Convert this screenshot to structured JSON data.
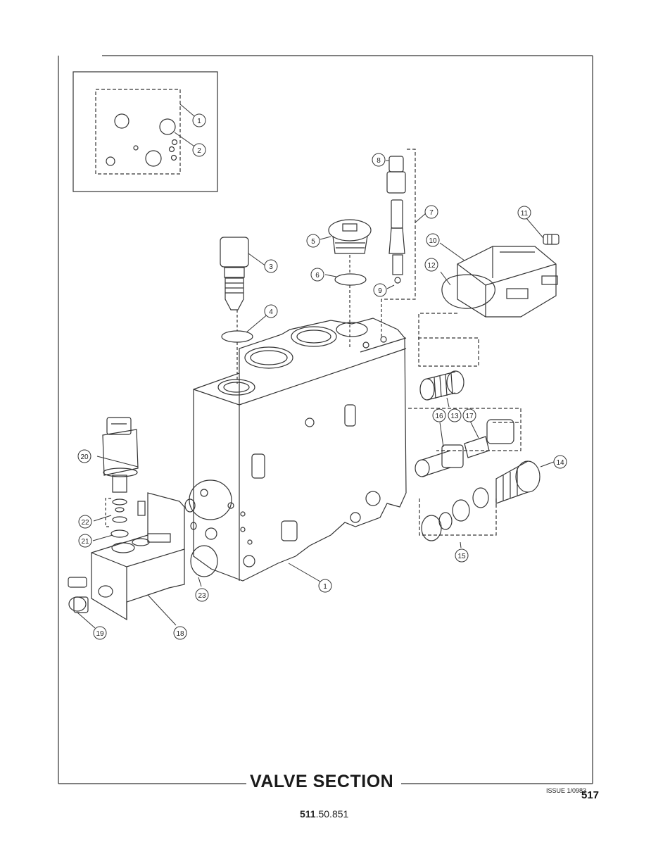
{
  "diagram": {
    "title": "VALVE SECTION",
    "issue": "ISSUE 1/0983",
    "page_number": "517",
    "doc_code_bold": "511",
    "doc_code_rest": ".50.851",
    "callouts": [
      {
        "id": "c1a",
        "label": "1"
      },
      {
        "id": "c2",
        "label": "2"
      },
      {
        "id": "c3",
        "label": "3"
      },
      {
        "id": "c4",
        "label": "4"
      },
      {
        "id": "c5",
        "label": "5"
      },
      {
        "id": "c6",
        "label": "6"
      },
      {
        "id": "c7",
        "label": "7"
      },
      {
        "id": "c8",
        "label": "8"
      },
      {
        "id": "c9",
        "label": "9"
      },
      {
        "id": "c10",
        "label": "10"
      },
      {
        "id": "c11",
        "label": "11"
      },
      {
        "id": "c12",
        "label": "12"
      },
      {
        "id": "c13",
        "label": "13"
      },
      {
        "id": "c14",
        "label": "14"
      },
      {
        "id": "c15",
        "label": "15"
      },
      {
        "id": "c16",
        "label": "16"
      },
      {
        "id": "c17",
        "label": "17"
      },
      {
        "id": "c18",
        "label": "18"
      },
      {
        "id": "c19",
        "label": "19"
      },
      {
        "id": "c20",
        "label": "20"
      },
      {
        "id": "c21",
        "label": "21"
      },
      {
        "id": "c22",
        "label": "22"
      },
      {
        "id": "c23",
        "label": "23"
      },
      {
        "id": "c1b",
        "label": "1"
      }
    ]
  }
}
